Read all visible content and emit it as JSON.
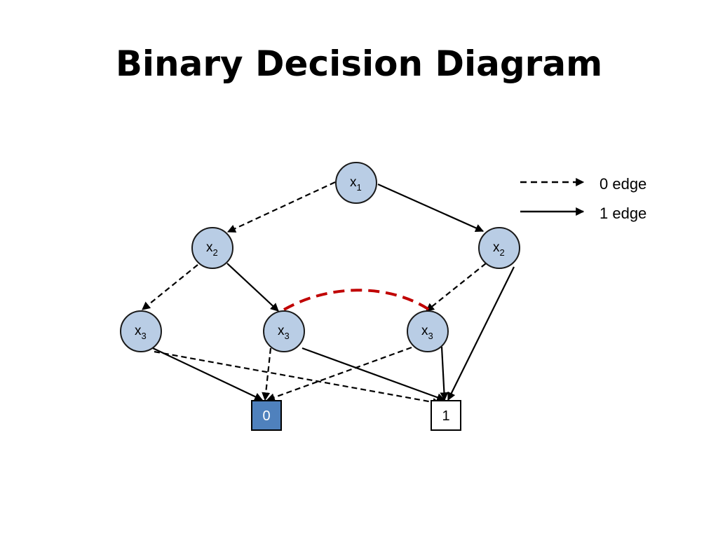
{
  "title": "Binary Decision Diagram",
  "nodes": [
    {
      "id": "x1-root",
      "var": "x",
      "sub": "1"
    },
    {
      "id": "x2-left",
      "var": "x",
      "sub": "2"
    },
    {
      "id": "x2-right",
      "var": "x",
      "sub": "2"
    },
    {
      "id": "x3-a",
      "var": "x",
      "sub": "3"
    },
    {
      "id": "x3-b",
      "var": "x",
      "sub": "3"
    },
    {
      "id": "x3-c",
      "var": "x",
      "sub": "3"
    }
  ],
  "terminals": [
    {
      "id": "terminal-0",
      "label": "0"
    },
    {
      "id": "terminal-1",
      "label": "1"
    }
  ],
  "edges": [
    {
      "from": "x1-root",
      "to": "x2-left",
      "kind": "0"
    },
    {
      "from": "x1-root",
      "to": "x2-right",
      "kind": "1"
    },
    {
      "from": "x2-left",
      "to": "x3-a",
      "kind": "0"
    },
    {
      "from": "x2-left",
      "to": "x3-b",
      "kind": "1"
    },
    {
      "from": "x2-right",
      "to": "x3-c",
      "kind": "0"
    },
    {
      "from": "x2-right",
      "to": "terminal-1",
      "kind": "1"
    },
    {
      "from": "x3-a",
      "to": "terminal-1",
      "kind": "0"
    },
    {
      "from": "x3-a",
      "to": "terminal-0",
      "kind": "1"
    },
    {
      "from": "x3-b",
      "to": "terminal-0",
      "kind": "0"
    },
    {
      "from": "x3-b",
      "to": "terminal-1",
      "kind": "1"
    },
    {
      "from": "x3-c",
      "to": "terminal-0",
      "kind": "0"
    },
    {
      "from": "x3-c",
      "to": "terminal-1",
      "kind": "1"
    }
  ],
  "legend": {
    "zero_edge": "0 edge",
    "one_edge": "1 edge"
  },
  "colors": {
    "node_fill": "#b9cde5",
    "node_stroke": "#1a1a1a",
    "terminal_0_fill": "#4f81bd",
    "terminal_1_fill": "#ffffff",
    "merge_highlight": "#c00000"
  }
}
